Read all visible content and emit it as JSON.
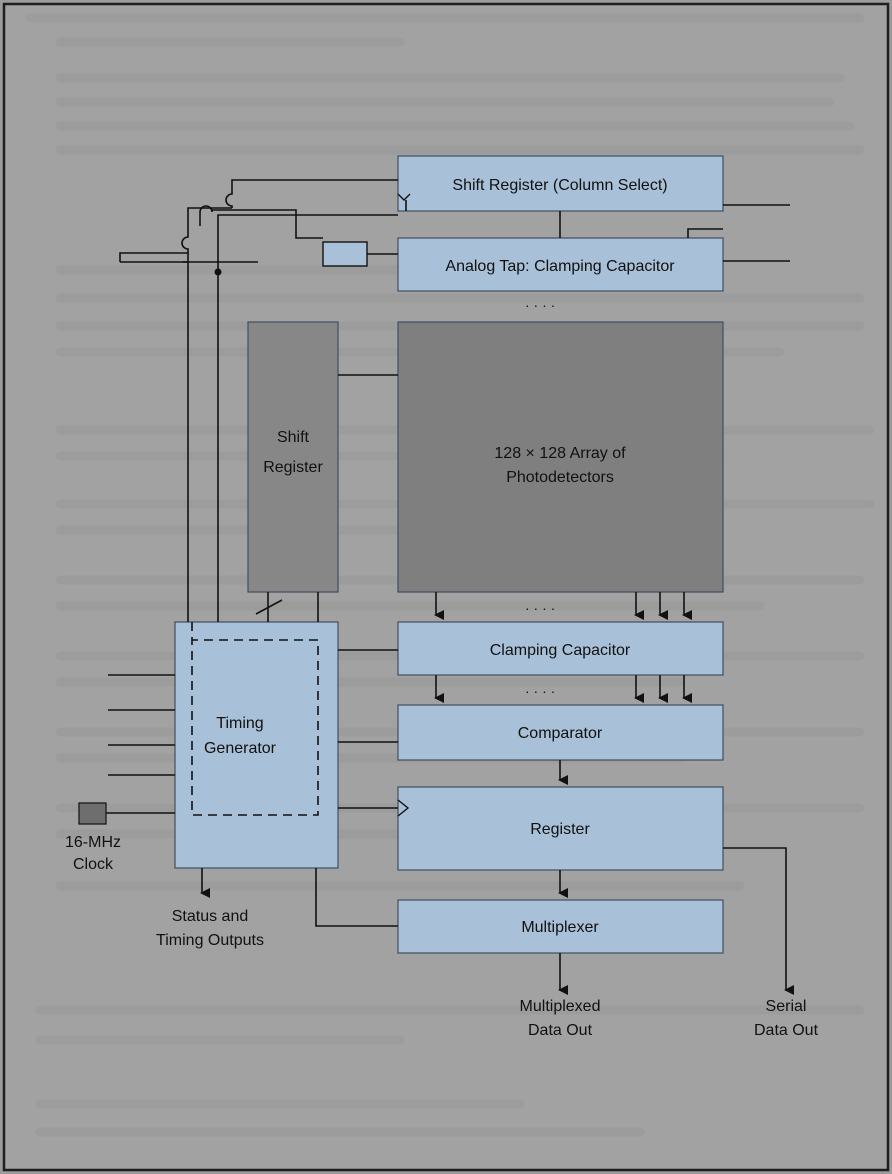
{
  "colors": {
    "page_background": "#9c9c9c",
    "panel_background": "#a8a8a8",
    "panel_border": "#1e1e1e",
    "block_fill": "#a9c1d8",
    "array_fill": "#7f7f7f",
    "clock_fill": "#6e6e6e",
    "line": "#111111"
  },
  "blocks": {
    "shift_register_column": "Shift Register (Column Select)",
    "analog_tap": "Analog Tap: Clamping Capacitor",
    "shift_register_row": [
      "Shift",
      "Register"
    ],
    "photodetector_array": [
      "128 × 128 Array of",
      "Photodetectors"
    ],
    "clamping_capacitor": "Clamping Capacitor",
    "comparator": "Comparator",
    "register": "Register",
    "multiplexer": "Multiplexer",
    "timing_generator": [
      "Timing",
      "Generator"
    ]
  },
  "io": {
    "clock": [
      "16-MHz",
      "Clock"
    ],
    "status_outputs": [
      "Status and",
      "Timing Outputs"
    ],
    "multiplexed_out": [
      "Multiplexed",
      "Data Out"
    ],
    "serial_out": [
      "Serial",
      "Data Out"
    ]
  },
  "ellipsis": "· · · ·"
}
